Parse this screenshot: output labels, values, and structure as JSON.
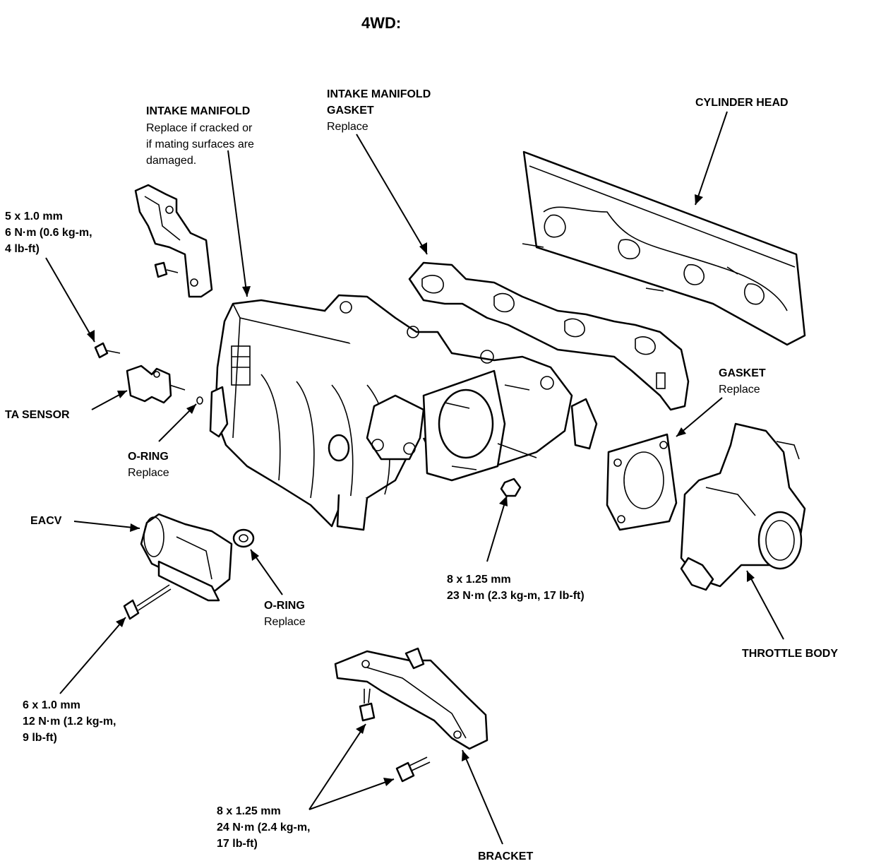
{
  "title": "4WD:",
  "labels": {
    "intake_manifold": {
      "name": "INTAKE MANIFOLD",
      "note1": "Replace if cracked or",
      "note2": "if mating surfaces are",
      "note3": "damaged."
    },
    "intake_manifold_gasket": {
      "name1": "INTAKE MANIFOLD",
      "name2": "GASKET",
      "note": "Replace"
    },
    "cylinder_head": {
      "name": "CYLINDER HEAD"
    },
    "bolt_5mm": {
      "line1": "5 x 1.0 mm",
      "line2": "6 N·m (0.6 kg-m,",
      "line3": "4 lb-ft)"
    },
    "ta_sensor": {
      "name": "TA SENSOR"
    },
    "o_ring_upper": {
      "name": "O-RING",
      "note": "Replace"
    },
    "eacv": {
      "name": "EACV"
    },
    "o_ring_lower": {
      "name": "O-RING",
      "note": "Replace"
    },
    "bolt_6mm": {
      "line1": "6 x 1.0 mm",
      "line2": "12 N·m (1.2 kg-m,",
      "line3": "9 lb-ft)"
    },
    "gasket": {
      "name": "GASKET",
      "note": "Replace"
    },
    "nut_8mm": {
      "line1": "8 x 1.25 mm",
      "line2": "23 N·m (2.3 kg-m, 17 lb-ft)"
    },
    "throttle_body": {
      "name": "THROTTLE BODY"
    },
    "bolt_8mm_bracket": {
      "line1": "8 x 1.25 mm",
      "line2": "24 N·m (2.4 kg-m,",
      "line3": "17 lb-ft)"
    },
    "bracket": {
      "name": "BRACKET"
    }
  }
}
